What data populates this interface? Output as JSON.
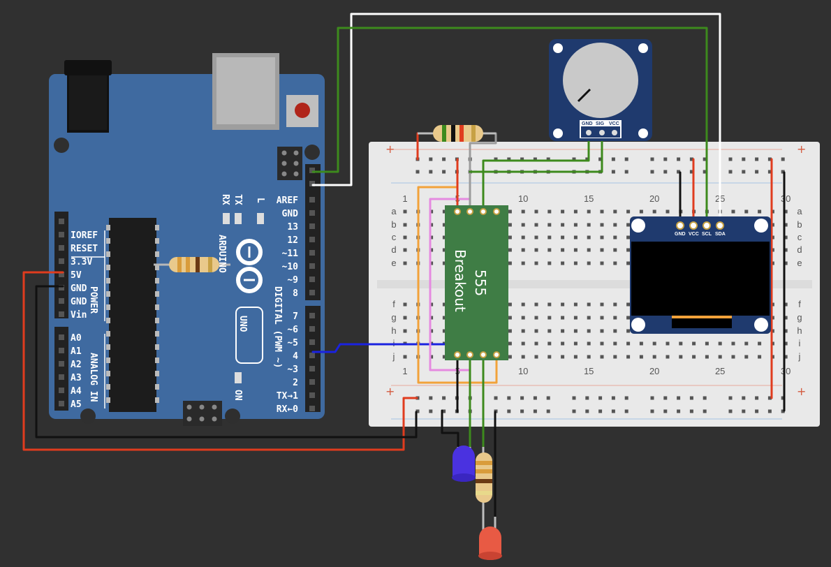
{
  "arduino": {
    "brand": "ARDUINO",
    "model": "UNO",
    "header_digital_top": [
      "AREF",
      "GND",
      "13",
      "12",
      "~11",
      "~10",
      "~9",
      "8"
    ],
    "header_digital_bottom": [
      "7",
      "~6",
      "~5",
      "4",
      "~3",
      "2",
      "TX→1",
      "RX←0"
    ],
    "digital_label": "DIGITAL (PWM ~)",
    "power_pins": [
      "IOREF",
      "RESET",
      "3.3V",
      "5V",
      "GND",
      "GND",
      "Vin"
    ],
    "power_label": "POWER",
    "analog_pins": [
      "A0",
      "A1",
      "A2",
      "A3",
      "A4",
      "A5"
    ],
    "analog_label": "ANALOG IN",
    "led_labels": {
      "tx": "TX",
      "rx": "RX",
      "l": "L",
      "on": "ON"
    }
  },
  "breadboard": {
    "col_numbers": [
      "1",
      "5",
      "10",
      "15",
      "20",
      "25",
      "30"
    ],
    "rows_top": [
      "a",
      "b",
      "c",
      "d",
      "e"
    ],
    "rows_bottom": [
      "f",
      "g",
      "h",
      "i",
      "j"
    ],
    "rail_plus": "+"
  },
  "chip555": {
    "line1": "555",
    "line2": "Breakout"
  },
  "oled": {
    "pins": [
      "GND",
      "VCC",
      "SCL",
      "SDA"
    ]
  },
  "potentiometer": {
    "pins": [
      "GND",
      "SIG",
      "VCC"
    ]
  },
  "colors": {
    "arduino_blue": "#3f6aa0",
    "wire_red": "#e03c1e",
    "wire_green": "#3d8a1d",
    "wire_white": "#ffffff",
    "wire_black": "#111111",
    "wire_blue": "#1a22e0",
    "wire_orange": "#f2a23a",
    "wire_pink": "#e58ae0",
    "chip_green": "#3f7d45",
    "oled_blue": "#1f3a6e",
    "led_blue": "#4a32e0",
    "led_red": "#e85a44"
  }
}
